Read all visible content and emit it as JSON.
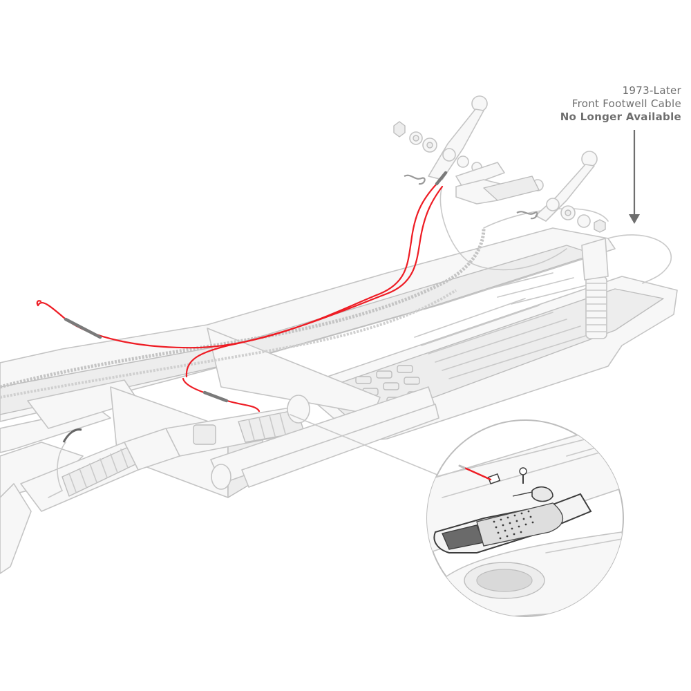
{
  "callout": {
    "line1": "1973-Later",
    "line2": "Front Footwell Cable",
    "line3": "No Longer Available"
  },
  "colors": {
    "cable": "#ee1c24",
    "outline": "#c4c4c4",
    "text": "#6e6e6e",
    "arrow": "#6e6e6e"
  },
  "icons": [
    "arrow-down-icon",
    "magnifier-circle"
  ]
}
